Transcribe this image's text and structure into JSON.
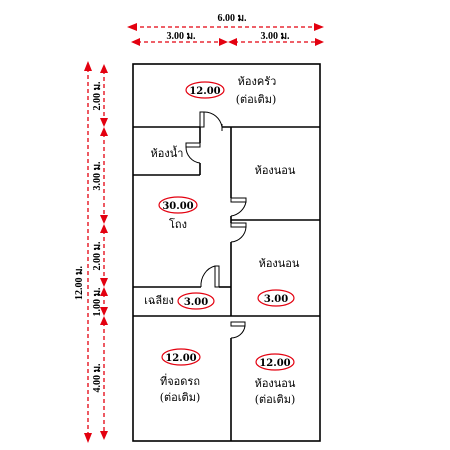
{
  "dimensions": {
    "total_width": "6.00 ม.",
    "left_width": "3.00 ม.",
    "right_width": "3.00 ม.",
    "total_height": "12.00 ม.",
    "seg_1": "2.00 ม.",
    "seg_2": "3.00 ม.",
    "seg_3": "2.00 ม.",
    "seg_4": "1.00 ม.",
    "seg_5": "4.00 ม."
  },
  "rooms": {
    "kitchen": {
      "label": "ห้องครัว",
      "note": "(ต่อเติม)",
      "area": "12.00"
    },
    "bathroom": {
      "label": "ห้องน้ำ"
    },
    "bedroom_1": {
      "label": "ห้องนอน"
    },
    "hall": {
      "label": "โถง",
      "area": "30.00"
    },
    "bedroom_2": {
      "label": "ห้องนอน",
      "area": "3.00"
    },
    "porch": {
      "label": "เฉลียง",
      "area": "3.00"
    },
    "carport": {
      "label": "ที่จอดรถ",
      "note": "(ต่อเติม)",
      "area": "12.00"
    },
    "bedroom_3": {
      "label": "ห้องนอน",
      "note": "(ต่อเติม)",
      "area": "12.00"
    }
  },
  "colors": {
    "dimension": "#e3000f",
    "wall": "#000000"
  }
}
